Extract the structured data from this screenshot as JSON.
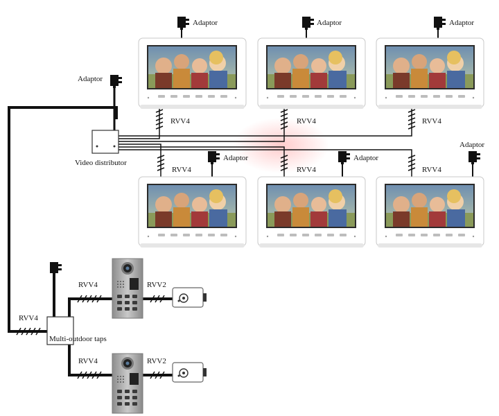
{
  "labels": {
    "adaptor": "Adaptor",
    "rvv4": "RVV4",
    "rvv2": "RVV2",
    "video_distributor": "Video distributor",
    "multi_outdoor_taps": "Multi-outdoor taps"
  },
  "indoor_monitors": [
    {
      "id": "monitor-top-1"
    },
    {
      "id": "monitor-top-2"
    },
    {
      "id": "monitor-top-3"
    },
    {
      "id": "monitor-bottom-1"
    },
    {
      "id": "monitor-bottom-2"
    },
    {
      "id": "monitor-bottom-3"
    }
  ],
  "outdoor_stations": [
    {
      "id": "door-station-1"
    },
    {
      "id": "door-station-2"
    }
  ],
  "locks": [
    {
      "id": "electric-lock-1"
    },
    {
      "id": "electric-lock-2"
    }
  ]
}
